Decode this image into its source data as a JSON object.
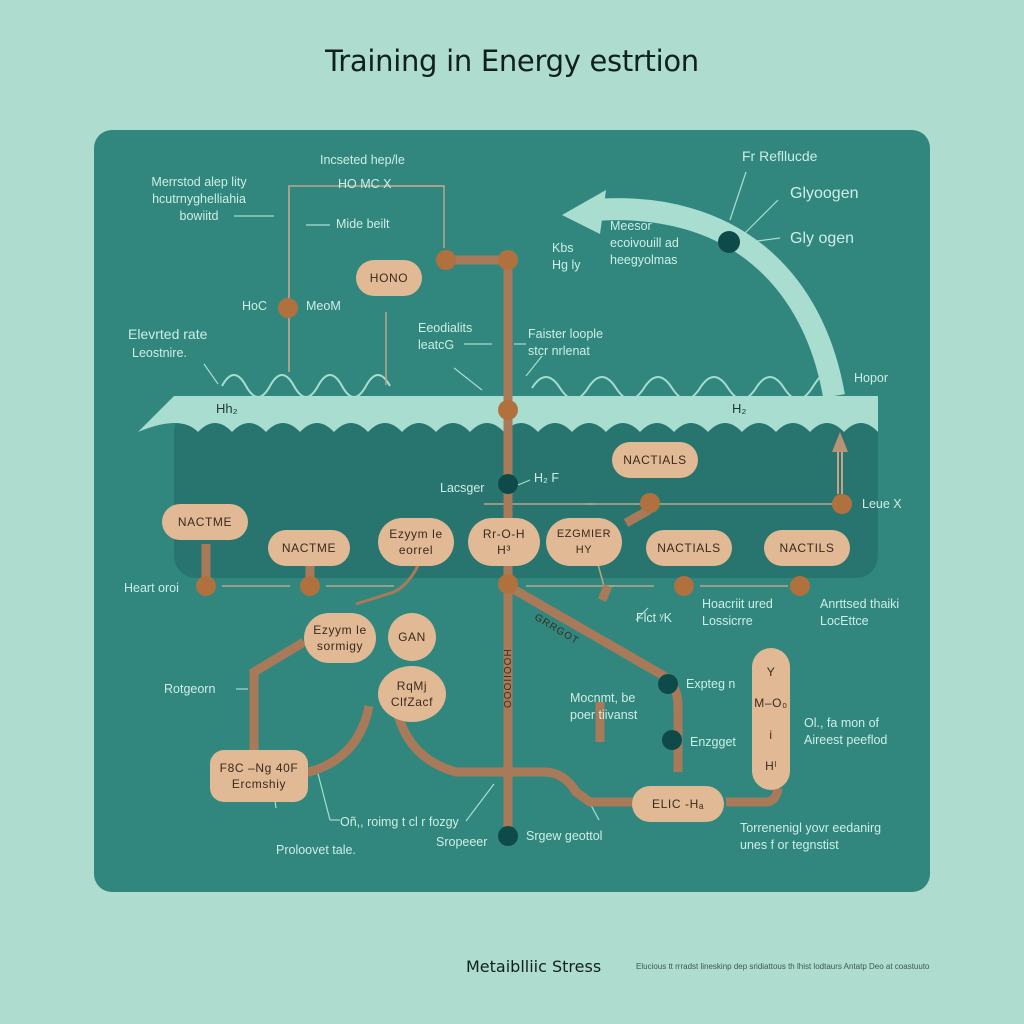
{
  "title": "Training in Energy estrtion",
  "footer": {
    "title": "Metaiblliic Stress",
    "note": "Elucious tt rrradst lineskinp dep sridiattous th lhist lodtaurs Antatp Deo at coastuuto"
  },
  "colors": {
    "background": "#aedccf",
    "panel": "#31877d",
    "membrane_band": "#a8ddd0",
    "cell_interior": "#287570",
    "pathway": "#a87a5a",
    "node_brown": "#b0713f",
    "node_dark": "#0f4a4a",
    "pill_fill": "#e1b994",
    "label_text": "#cdeee6"
  },
  "labels": {
    "top_left": [
      "Merrstod alep lity",
      "hcutrnyghelliahia",
      "bowiitd"
    ],
    "increased": "Incseted hep/le",
    "ho_mc_x": "HO MC X",
    "mide_bolt": "Mide beilt",
    "hoc": "HoC",
    "meod": "MeoM",
    "elevated_rate": "Elevrted rate",
    "elevated_sub": "Leostnire.",
    "ecoda": [
      "Eeodialits",
      "leatcG"
    ],
    "faster": [
      "Faister loople",
      "stcr nrlenat"
    ],
    "hbs": [
      "Kbs",
      "Hg ly"
    ],
    "measor": [
      "Meesor",
      "ecoivouill ad",
      "heegyolmas"
    ],
    "fr_reflucde": "Fr Refllucde",
    "glycogen_1": "Glyoogen",
    "glycogen_2": "Gly ogen",
    "hopor": "Hopor",
    "h_left": "Hh₂",
    "h_right": "H₂",
    "lacsger": "Lacsger",
    "h_f": "H₂ F",
    "leue_x": "Leue X",
    "heart_orot": "Heart oroi",
    "heacrit": [
      "Hoacriit ured",
      "Lossicrre"
    ],
    "anritsed": [
      "Anrttsed thaiki",
      "LocEttce"
    ],
    "fict": "Flct ʸK",
    "expleg": "Expteg n",
    "moonmi": [
      "Mocnmt, be",
      "poer tiivanst"
    ],
    "engget": "Enzgget",
    "rotgeom": "Rotgeorn",
    "olt_famon": [
      "Ol., fa mon of",
      "Aireest peeflod"
    ],
    "oth_roing": "Oñ,, roimg t cl r fozgy",
    "proloovet": "Proloovet tale.",
    "sropeeer": "Sropeeer",
    "srgew": "Srgew geottol",
    "torrenenigl": [
      "Torrenenigl yovr eedanirg",
      "unes f or tegnstist"
    ]
  },
  "pills": {
    "hono": "HONO",
    "nactme_1": "NACTME",
    "nactme_2": "NACTME",
    "enzyme_1": [
      "Ezyym le",
      "eorrel"
    ],
    "rroh": [
      "Rr-O-H",
      "H³"
    ],
    "enzymer": [
      "EZGMIER",
      "HY"
    ],
    "nactals_top": "NACTIALS",
    "nactals_mid": "NACTIALS",
    "nactils": "NACTILS",
    "enzyme_2": [
      "Ezyym le",
      "sormigy"
    ],
    "gan": "GAN",
    "rqm": [
      "RqMj",
      "ClfZacf"
    ],
    "fac": [
      "F8C –Nɡ 40F",
      "Ercmshiy"
    ],
    "elic": "ELIC -Hₐ",
    "vertical": [
      "Y",
      "M–O₀",
      "i",
      "Hˡ"
    ]
  },
  "pathway_text": {
    "vertical": "OOOIIOOH",
    "diagonal": "GRRGOT"
  }
}
